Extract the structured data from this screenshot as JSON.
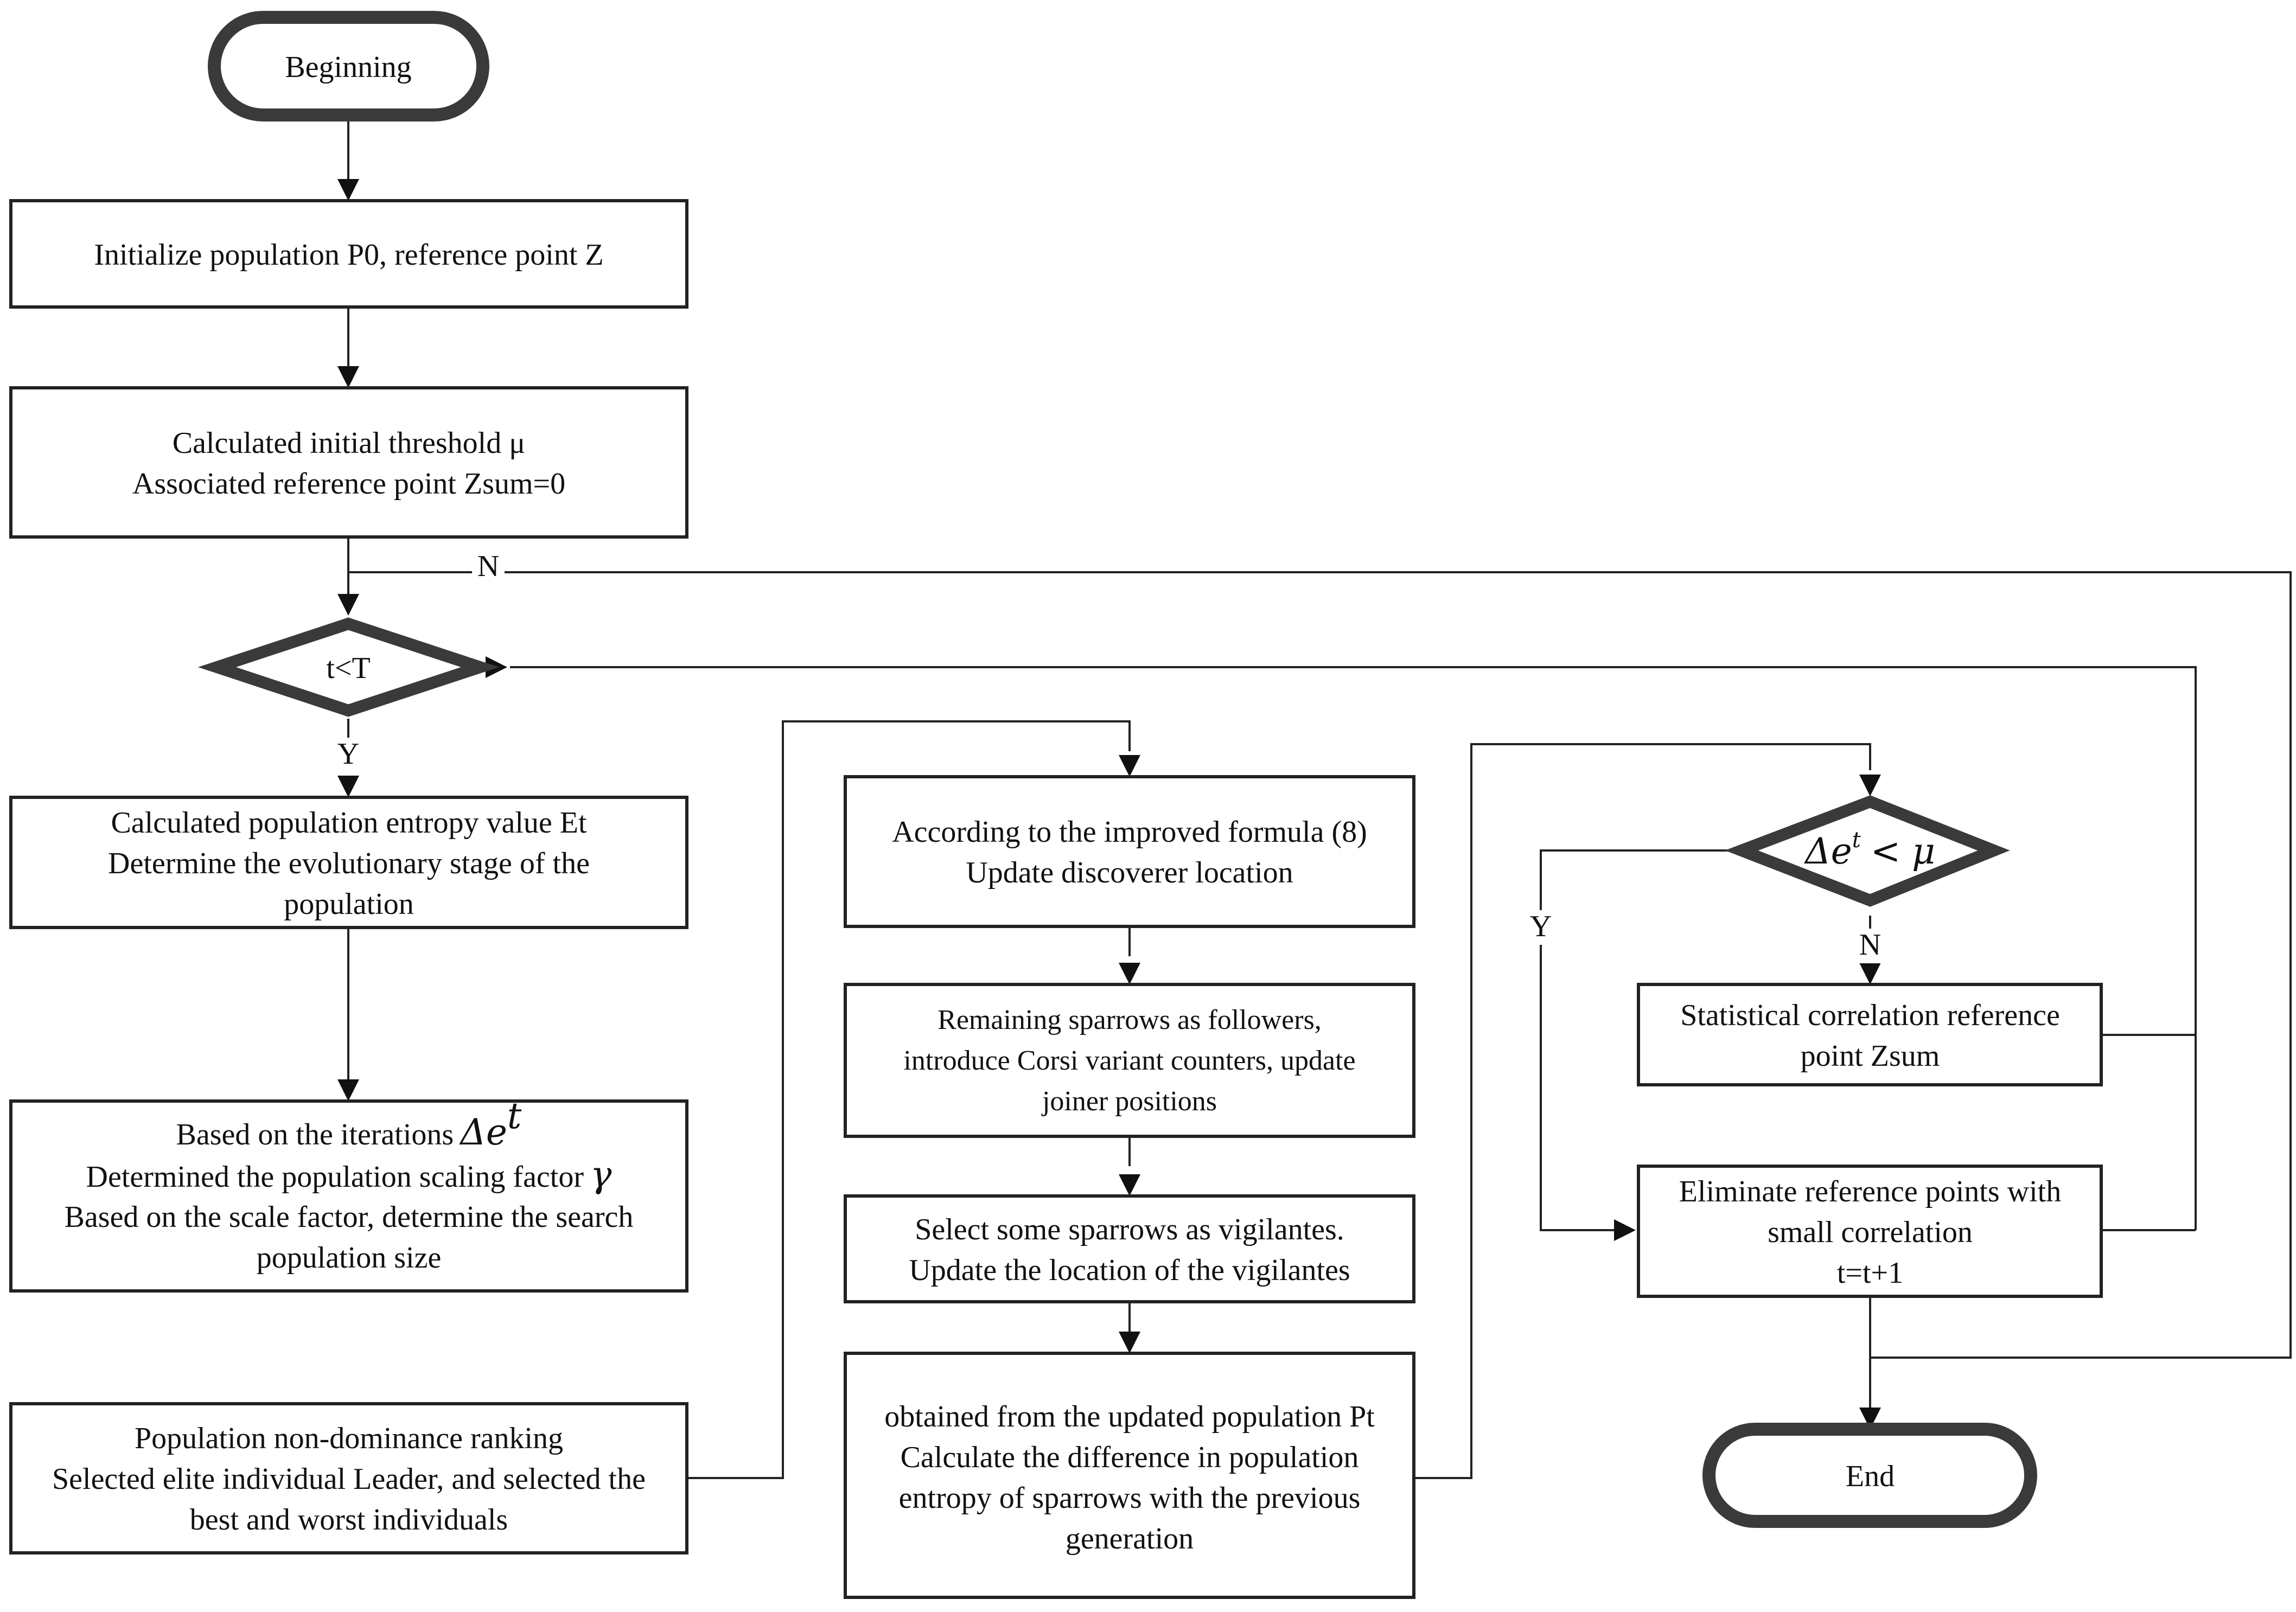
{
  "nodes": {
    "beginning": "Beginning",
    "init": [
      "Initialize population P0, reference point Z"
    ],
    "threshold": [
      "Calculated initial threshold μ",
      "Associated reference point Zsum=0"
    ],
    "loop_condition": "t<T",
    "entropy": [
      "Calculated population entropy value Et",
      "Determine the evolutionary stage of the",
      "population"
    ],
    "scaling": [
      "Based on the iterations",
      "Determined the population scaling factor",
      "Based on the scale factor, determine the search",
      "population size"
    ],
    "ranking": [
      "Population non-dominance ranking",
      "Selected elite individual Leader, and selected the",
      "best and worst individuals"
    ],
    "discoverer": [
      "According to the improved formula (8)",
      "Update discoverer location"
    ],
    "followers": [
      "Remaining sparrows as followers,",
      "introduce Corsi variant counters, update",
      "joiner positions"
    ],
    "vigilantes": [
      "Select some sparrows as vigilantes.",
      "Update the location of the vigilantes"
    ],
    "difference": [
      "obtained from the updated population Pt",
      "Calculate the difference in population",
      "entropy of sparrows with the previous",
      "generation"
    ],
    "statistical": [
      "Statistical correlation reference",
      "point Zsum"
    ],
    "eliminate": [
      "Eliminate reference points with",
      "small correlation",
      "t=t+1"
    ],
    "end": "End"
  },
  "math": {
    "delta_e": "Δe",
    "superscript_t": "t",
    "gamma": "γ",
    "less_mu": "< μ"
  },
  "edge_labels": {
    "n_loop": "N",
    "y_loop": "Y",
    "y_delta": "Y",
    "n_delta": "N"
  },
  "colors": {
    "stroke": "#222222",
    "terminal_border": "#3a3a3a",
    "background": "#ffffff"
  }
}
